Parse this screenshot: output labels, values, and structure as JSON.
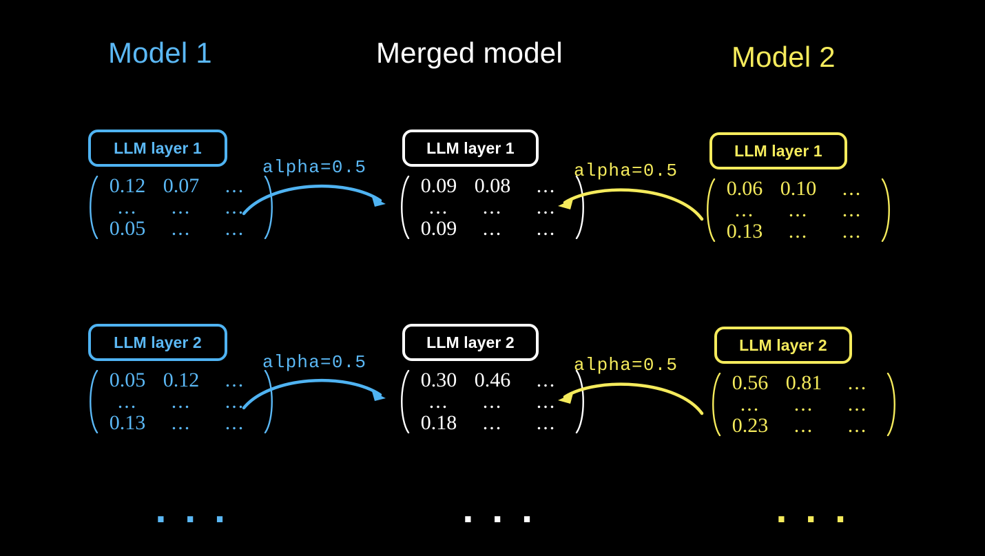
{
  "page": {
    "background": "#000000",
    "title_left": "Model 1",
    "title_center": "Merged model",
    "title_right": "Model 2"
  },
  "colors": {
    "blue": "#5BB8F5",
    "blue_edge": "#4FB3F2",
    "white": "#FFFFFF",
    "yellow": "#F5EB5C",
    "background": "#000000"
  },
  "columns": {
    "left": {
      "name": "Model 1",
      "color": "#5BB8F5"
    },
    "center": {
      "name": "Merged model",
      "color": "#FFFFFF"
    },
    "right": {
      "name": "Model 2",
      "color": "#F5EB5C"
    }
  },
  "rows": [
    {
      "left": {
        "box_label": "LLM layer 1",
        "matrix": [
          [
            "0.12",
            "0.07",
            "..."
          ],
          [
            "...",
            "...",
            "..."
          ],
          [
            "0.05",
            "...",
            "..."
          ]
        ]
      },
      "center": {
        "box_label": "LLM layer 1",
        "matrix": [
          [
            "0.09",
            "0.08",
            "..."
          ],
          [
            "...",
            "...",
            "..."
          ],
          [
            "0.09",
            "...",
            "..."
          ]
        ]
      },
      "right": {
        "box_label": "LLM layer 1",
        "matrix": [
          [
            "0.06",
            "0.10",
            "..."
          ],
          [
            "...",
            "...",
            "..."
          ],
          [
            "0.13",
            "...",
            "..."
          ]
        ]
      },
      "alpha_left": "alpha=0.5",
      "alpha_right": "alpha=0.5"
    },
    {
      "left": {
        "box_label": "LLM layer 2",
        "matrix": [
          [
            "0.05",
            "0.12",
            "..."
          ],
          [
            "...",
            "...",
            "..."
          ],
          [
            "0.13",
            "...",
            "..."
          ]
        ]
      },
      "center": {
        "box_label": "LLM layer 2",
        "matrix": [
          [
            "0.30",
            "0.46",
            "..."
          ],
          [
            "...",
            "...",
            "..."
          ],
          [
            "0.18",
            "...",
            "..."
          ]
        ]
      },
      "right": {
        "box_label": "LLM layer 2",
        "matrix": [
          [
            "0.56",
            "0.81",
            "..."
          ],
          [
            "...",
            "...",
            "..."
          ],
          [
            "0.23",
            "...",
            "..."
          ]
        ]
      },
      "alpha_left": "alpha=0.5",
      "alpha_right": "alpha=0.5"
    }
  ],
  "continuation": {
    "left": "...",
    "center": "...",
    "right": "..."
  },
  "icons": {
    "arrow_left_to_center": "curved-arrow-right-icon",
    "arrow_right_to_center": "curved-arrow-left-icon",
    "left_paren": "left-parenthesis-icon",
    "right_paren": "right-parenthesis-icon"
  }
}
